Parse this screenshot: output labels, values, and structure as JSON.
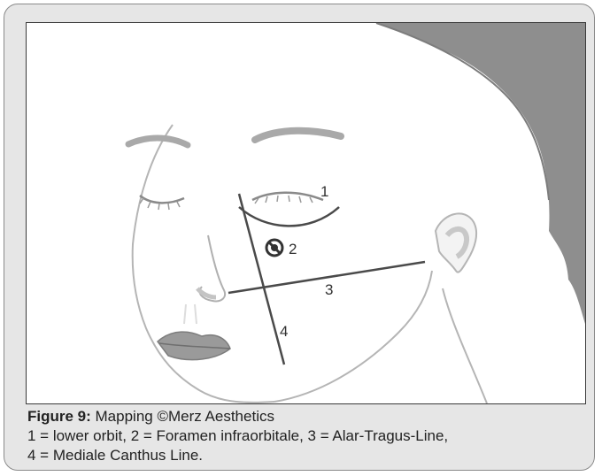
{
  "figure": {
    "labels": {
      "one": "1",
      "two": "2",
      "three": "3",
      "four": "4"
    }
  },
  "caption": {
    "heading": "Figure 9:",
    "text": " Mapping ©Merz Aesthetics",
    "line2": "1 = lower orbit, 2 = Foramen infraorbitale, 3 = Alar-Tragus-Line,",
    "line3": "4 = Mediale Canthus Line."
  },
  "colors": {
    "frame_bg": "#e6e6e6",
    "hair": "#8e8e8e",
    "skin_outline": "#b5b5b5",
    "lips": "#9a9a9a",
    "marking_lines": "#4a4a4a"
  }
}
